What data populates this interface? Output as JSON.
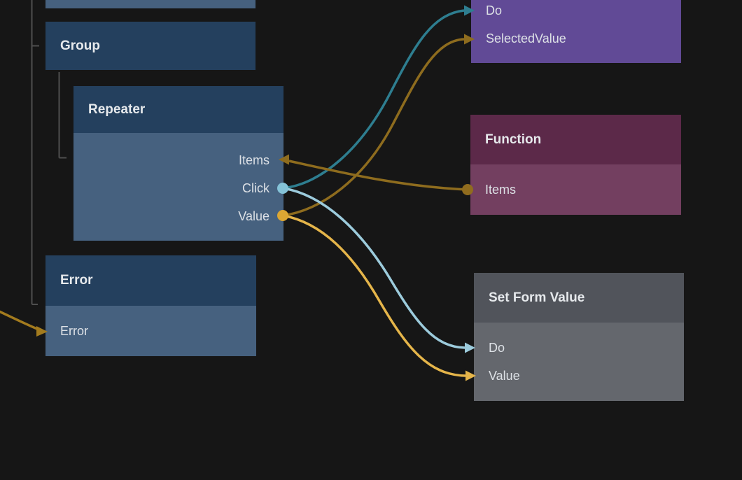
{
  "canvas": {
    "background": "#161616"
  },
  "colors": {
    "node_navy_header": "#24405e",
    "node_navy_body": "#46617f",
    "node_purple": "#614a96",
    "node_maroon_header": "#5c2949",
    "node_maroon_body": "#733f60",
    "node_gray_header": "#51545b",
    "node_gray_body": "#64676d",
    "badge_gray": "#999da1",
    "tree_line": "#4f4f4f",
    "wire_teal": "#2e7e90",
    "wire_light_blue": "#9ccbdc",
    "wire_dark_gold": "#8e6c1e",
    "wire_gold": "#a37b1e",
    "wire_yellow": "#e5b54a",
    "port_click_dot": "#85c3d8",
    "port_value_dot": "#dca733",
    "port_items_dot": "#906c1e",
    "text_title": "#e6e9ec",
    "text_port": "#dde1e6"
  },
  "nodes": {
    "group": {
      "title": "Group"
    },
    "repeater": {
      "title": "Repeater",
      "ports": {
        "items": "Items",
        "click": "Click",
        "value": "Value"
      }
    },
    "error": {
      "title": "Error",
      "ports": {
        "error": "Error"
      }
    },
    "picker": {
      "ports": {
        "do": "Do",
        "selected_value": "SelectedValue"
      }
    },
    "function": {
      "title": "Function",
      "ports": {
        "items": "Items"
      }
    },
    "set_form_value": {
      "title": "Set Form Value",
      "ports": {
        "do": "Do",
        "value": "Value"
      }
    }
  },
  "connections": [
    {
      "from": "Repeater.Click",
      "to": "Picker.Do",
      "color": "#2e7e90"
    },
    {
      "from": "Repeater.Value",
      "to": "Picker.SelectedValue",
      "color": "#8e6c1e"
    },
    {
      "from": "Function.Items",
      "to": "Repeater.Items",
      "color": "#8e6c1e"
    },
    {
      "from": "Repeater.Click",
      "to": "SetFormValue.Do",
      "color": "#9ccbdc"
    },
    {
      "from": "Repeater.Value",
      "to": "SetFormValue.Value",
      "color": "#e5b54a"
    },
    {
      "from": "off-canvas-left",
      "to": "Error.Error",
      "color": "#a37b1e"
    }
  ]
}
